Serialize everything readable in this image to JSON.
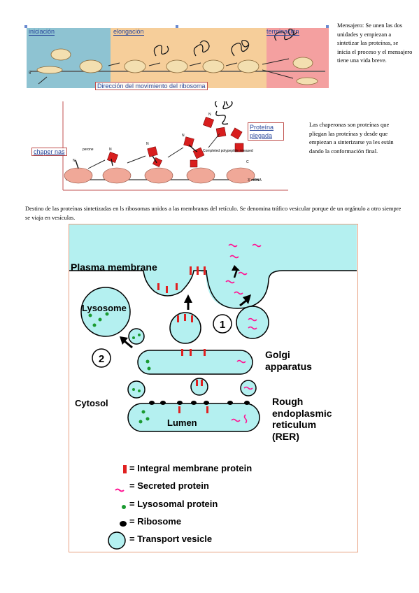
{
  "figure1": {
    "stages": [
      "iniciación",
      "elongación",
      "terminación"
    ],
    "direction_caption": "Dirección del movimiento del ribosoma",
    "strand_label": "5'"
  },
  "note1": "Mensajero: Se unen las dos unidades y empiezan a sintetizar las proteínas, se inicia el proceso y el mensajero tiene una vida breve.",
  "figure2": {
    "chaperonas_label": "chaper nas",
    "plegadas_label": "Proteína plegada",
    "chaperone_text": "perone",
    "completed_text": "Completed polypeptide released",
    "mrna_label": "3' mRNA",
    "n_label": "N",
    "c_label": "C"
  },
  "note2": "Las chaperonas son proteínas que pliegan las proteínas y desde que empiezan a sinterizarse ya les están dando la conformación final.",
  "paragraph": "Destino de las proteínas sintetizadas en ls ribosomas unidos a las membranas del retículo. Se denomina tráfico vesicular porque de un orgánulo a otro siempre se viaja en vesículas.",
  "figure3": {
    "plasma_membrane": "Plasma membrane",
    "lysosome": "Lysosome",
    "golgi": [
      "Golgi",
      "apparatus"
    ],
    "cytosol": "Cytosol",
    "lumen": "Lumen",
    "rer": [
      "Rough",
      "endoplasmic",
      "reticulum",
      "(RER)"
    ],
    "step1": "1",
    "step2": "2",
    "legend": [
      {
        "icon": "integral-membrane-protein-icon",
        "label": "= Integral membrane protein"
      },
      {
        "icon": "secreted-protein-icon",
        "label": "= Secreted protein"
      },
      {
        "icon": "lysosomal-protein-icon",
        "label": "= Lysosomal protein"
      },
      {
        "icon": "ribosome-icon",
        "label": "= Ribosome"
      },
      {
        "icon": "transport-vesicle-icon",
        "label": "= Transport vesicle"
      }
    ],
    "colors": {
      "cyan": "#b4f0f0",
      "red": "#e02020",
      "magenta": "#ff1493",
      "green": "#1a9a30",
      "border": "#e8a080"
    }
  }
}
